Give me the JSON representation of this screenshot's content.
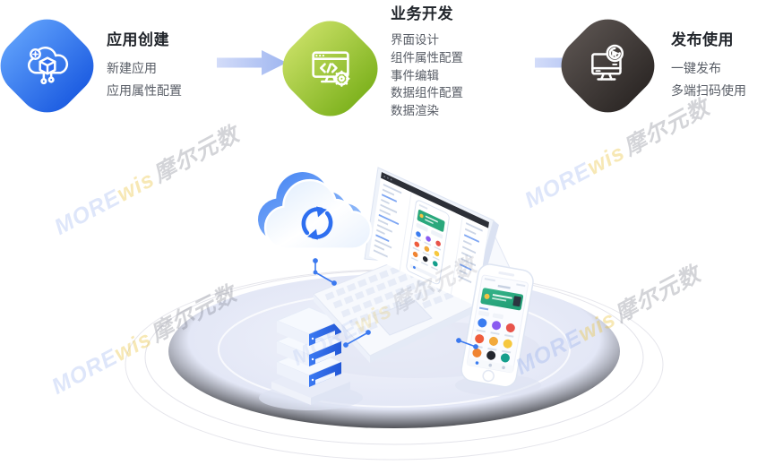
{
  "steps": [
    {
      "title": "应用创建",
      "items": [
        "新建应用",
        "应用属性配置"
      ],
      "icon": "cloud-app-icon",
      "badge_color_from": "#5a9bf9",
      "badge_color_to": "#1e5ee2"
    },
    {
      "title": "业务开发",
      "items": [
        "界面设计",
        "组件属性配置",
        "事件编辑",
        "数据组件配置",
        "数据渲染"
      ],
      "icon": "code-window-icon",
      "badge_color_from": "#c3dc60",
      "badge_color_to": "#7fb31f"
    },
    {
      "title": "发布使用",
      "items": [
        "一键发布",
        "多端扫码使用"
      ],
      "icon": "publish-monitor-icon",
      "badge_color_from": "#564f4c",
      "badge_color_to": "#2e2927"
    }
  ],
  "watermark": {
    "more": "MORE",
    "wis": "wis",
    "cn": "摩尔元数"
  },
  "colors": {
    "flow_arrow": "#aebff3",
    "accent_blue": "#3b79ef",
    "cloud_blue": "#2e6ff0",
    "server_front_blue": "#2e6ce6",
    "app_green": "#2aa87c",
    "platform_lavender": "#dde2f4"
  }
}
